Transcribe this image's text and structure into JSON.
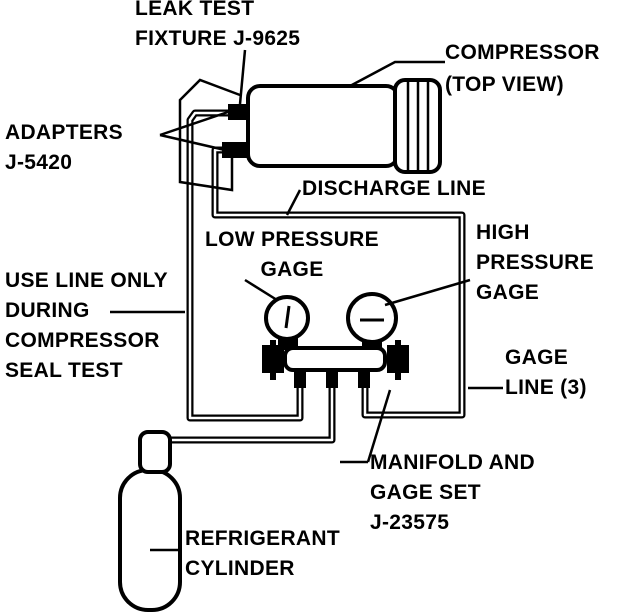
{
  "labels": {
    "leak_test_fixture": [
      "LEAK TEST",
      "FIXTURE  J-9625"
    ],
    "compressor": [
      "COMPRESSOR",
      "(TOP VIEW)"
    ],
    "adapters": [
      "ADAPTERS",
      "J-5420"
    ],
    "discharge_line": "DISCHARGE LINE",
    "low_pressure_gage": [
      "LOW PRESSURE",
      "GAGE"
    ],
    "high_pressure_gage": [
      "HIGH",
      "PRESSURE",
      "GAGE"
    ],
    "use_line_only": [
      "USE LINE ONLY",
      "DURING",
      "COMPRESSOR",
      "SEAL TEST"
    ],
    "gage_line": [
      "GAGE",
      "LINE (3)"
    ],
    "manifold": [
      "MANIFOLD AND",
      "GAGE SET",
      "J-23575"
    ],
    "refrigerant_cylinder": [
      "REFRIGERANT",
      "CYLINDER"
    ]
  },
  "colors": {
    "ink": "#000000",
    "paper": "#ffffff"
  }
}
